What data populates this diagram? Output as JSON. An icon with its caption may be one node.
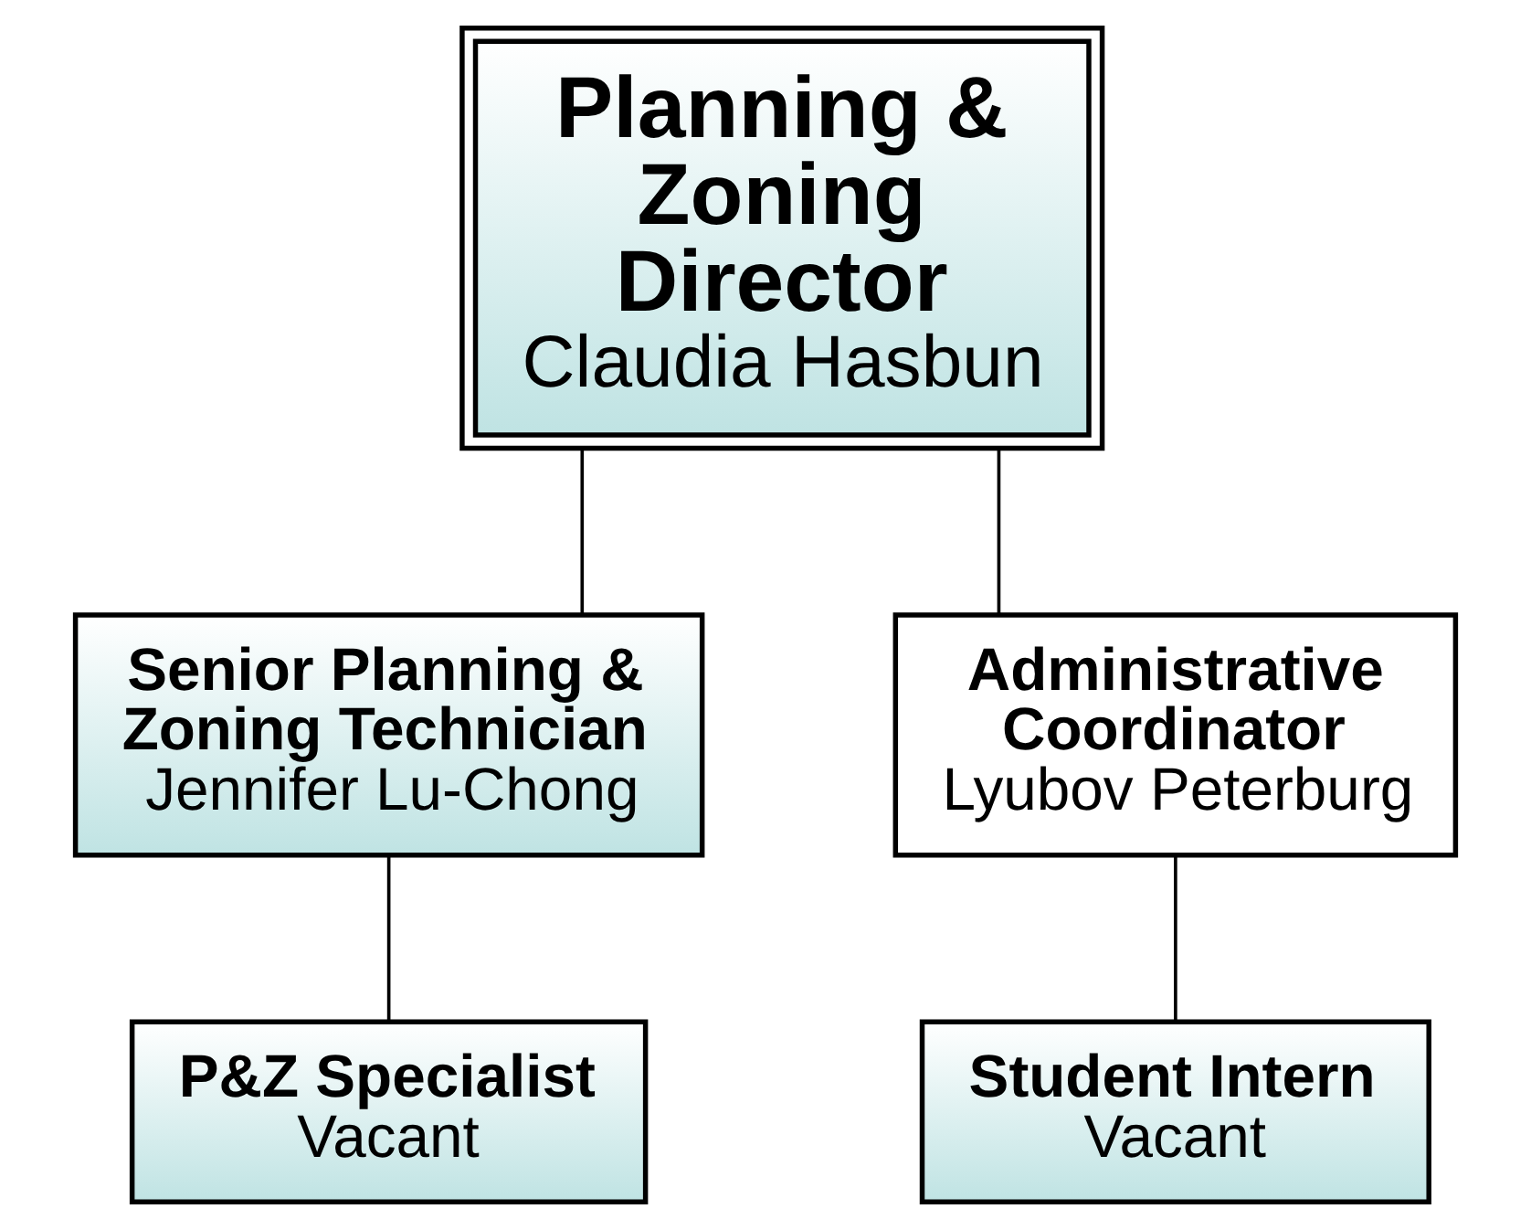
{
  "diagram": {
    "nodes": [
      {
        "text": [
          "Planning & Zoning Director",
          "Claudia Hasbun"
        ]
      },
      {
        "text": [
          "Senior Planning & Zoning Technician",
          "Jennifer Lu-Chong"
        ]
      },
      {
        "text": [
          "Administrative Coordinator",
          "Lyubov Peterburg"
        ]
      },
      {
        "text": [
          "P&Z Specialist",
          "Vacant"
        ]
      },
      {
        "text": [
          "Student Intern",
          "Vacant"
        ]
      }
    ],
    "edges": [
      {
        "from": 0,
        "to": 1,
        "arrow": "none"
      },
      {
        "from": 0,
        "to": 2,
        "arrow": "none"
      },
      {
        "from": 1,
        "to": 3,
        "arrow": "none"
      },
      {
        "from": 2,
        "to": 4,
        "arrow": "none"
      }
    ]
  }
}
